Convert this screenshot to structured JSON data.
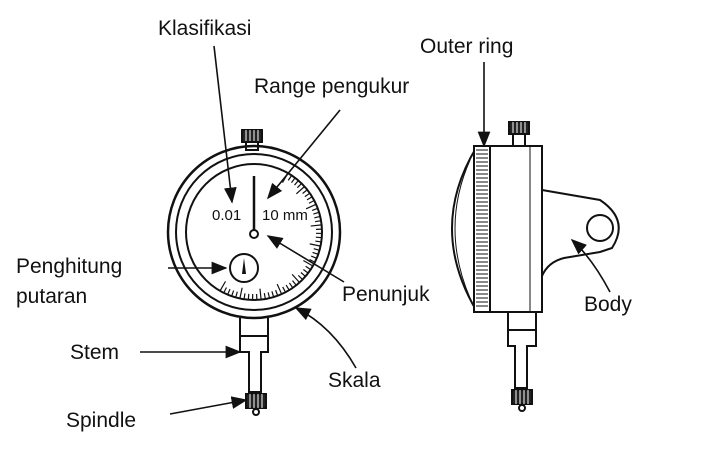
{
  "labels": {
    "klasifikasi": "Klasifikasi",
    "range_pengukur": "Range pengukur",
    "outer_ring": "Outer ring",
    "penghitung_line1": "Penghitung",
    "penghitung_line2": "putaran",
    "penunjuk": "Penunjuk",
    "body": "Body",
    "stem": "Stem",
    "skala": "Skala",
    "spindle": "Spindle"
  },
  "dial": {
    "graduation": "0.01",
    "range": "10 mm"
  },
  "colors": {
    "ink": "#111111",
    "background": "#ffffff",
    "knurl": "#222222"
  }
}
